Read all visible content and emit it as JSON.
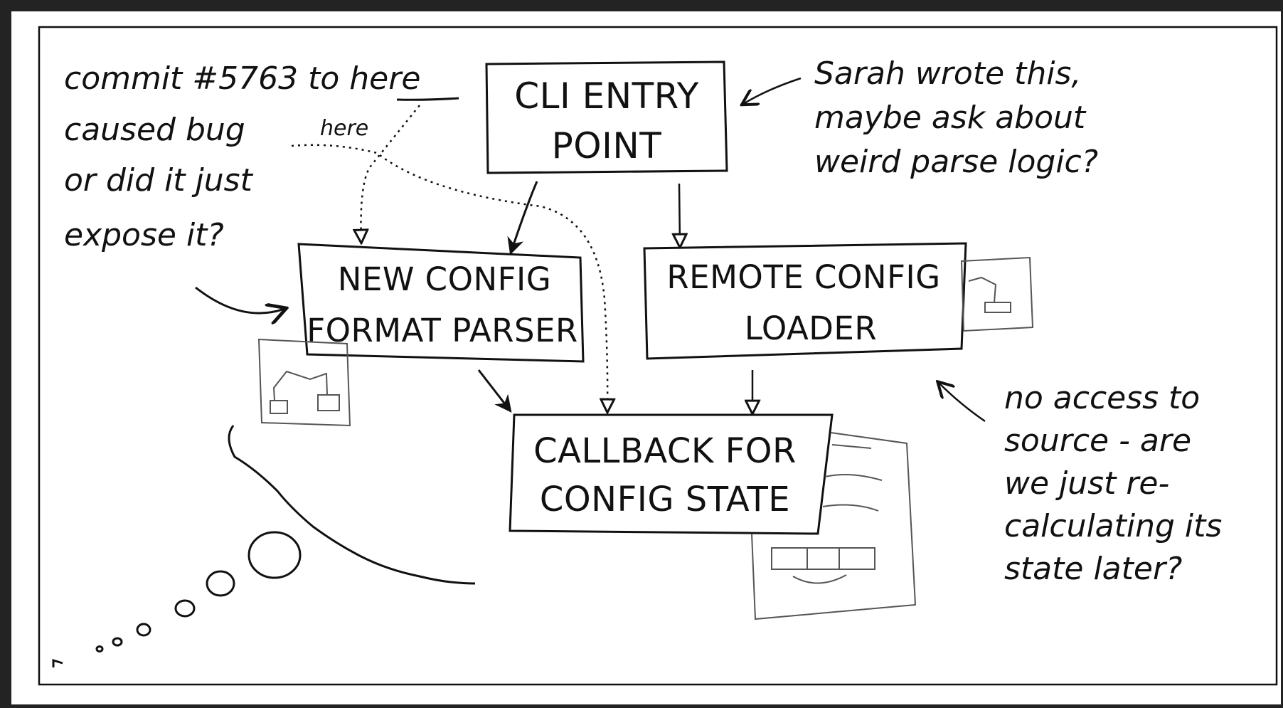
{
  "boxes": {
    "cli_entry": [
      "CLI ENTRY",
      "POINT"
    ],
    "new_config": [
      "NEW  CONFIG",
      "FORMAT PARSER"
    ],
    "remote_config": [
      "REMOTE  CONFIG",
      "LOADER"
    ],
    "callback": [
      "CALLBACK FOR",
      "CONFIG STATE"
    ]
  },
  "notes": {
    "commit": [
      "commit #5763 to here",
      "caused bug",
      "or did it just",
      "expose it?"
    ],
    "here_small": "here",
    "sarah": [
      "Sarah wrote this,",
      "maybe ask about",
      "weird parse logic?"
    ],
    "no_access": [
      "no access to",
      "source - are",
      "we just re-",
      "calculating its",
      "state later?"
    ]
  }
}
